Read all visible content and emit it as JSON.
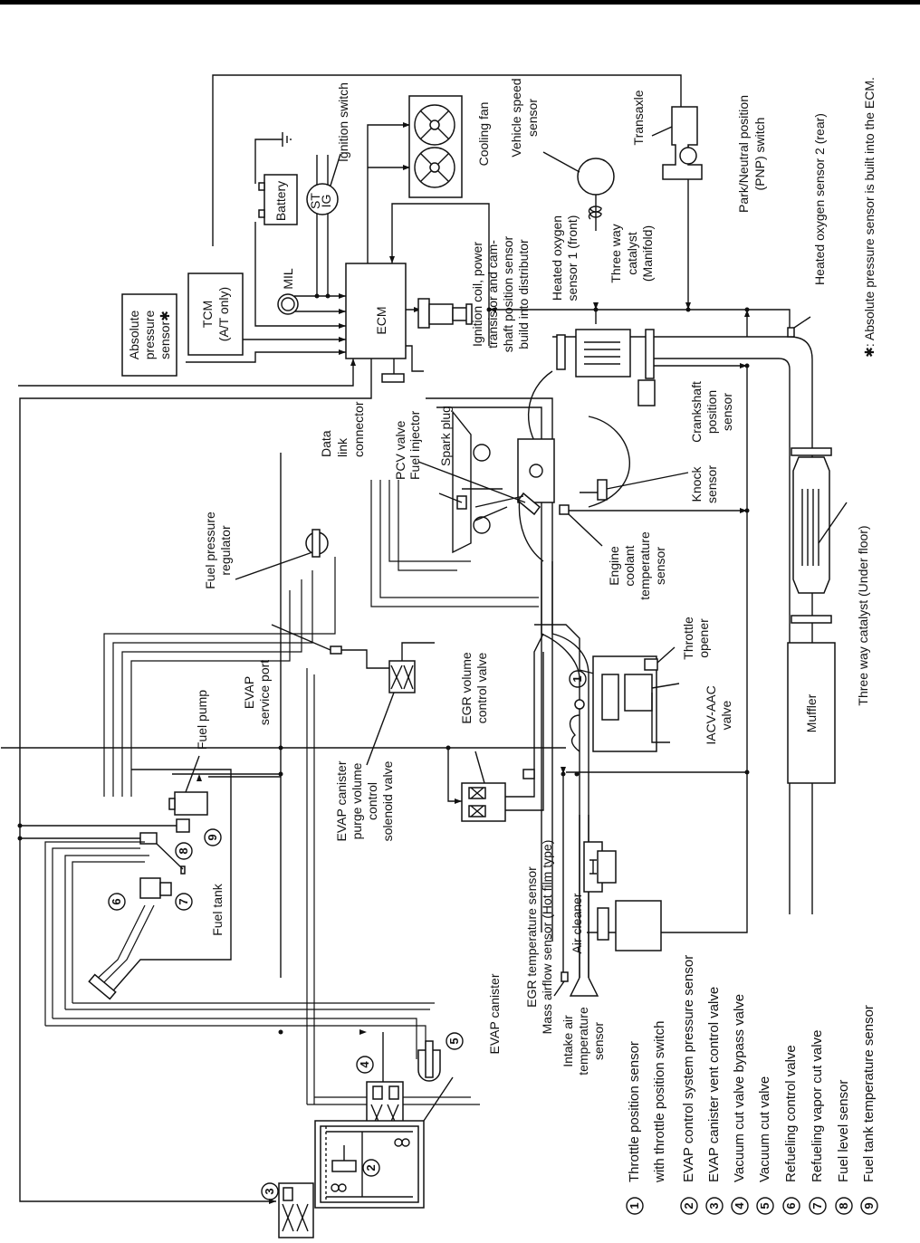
{
  "diagram": {
    "title": "Engine control system diagram",
    "orientation": "rotated 90 degrees counter-clockwise",
    "footnote": "✱: Absolute pressure sensor is built into the ECM.",
    "components": {
      "ecm": "ECM",
      "tcm_line1": "TCM",
      "tcm_line2": "(A/T only)",
      "abs_line1": "Absolute",
      "abs_line2": "pressure",
      "abs_line3": "sensor✱",
      "battery": "Battery",
      "ignition_switch": "Ignition switch",
      "ign_st": "ST",
      "ign_ig": "IG",
      "mil": "MIL",
      "cooling_fan": "Cooling fan",
      "vss_line1": "Vehicle speed",
      "vss_line2": "sensor",
      "transaxle": "Transaxle",
      "pnp_line1": "Park/Neutral position",
      "pnp_line2": "(PNP) switch",
      "ho2s1_line1": "Heated oxygen",
      "ho2s1_line2": "sensor 1 (front)",
      "twc_line1": "Three way",
      "twc_line2": "catalyst",
      "twc_line3": "(Manifold)",
      "ho2s2": "Heated oxygen sensor 2 (rear)",
      "ign_coil_line1": "Ignition coil, power",
      "ign_coil_line2": "transistor and cam-",
      "ign_coil_line3": "shaft position sensor",
      "ign_coil_line4": "build into distributor",
      "dlc_line1": "Data",
      "dlc_line2": "link",
      "dlc_line3": "connector",
      "fuel_injector": "Fuel injector",
      "pcv_valve": "PCV valve",
      "spark_plug": "Spark plug",
      "ckp_line1": "Crankshaft",
      "ckp_line2": "position",
      "ckp_line3": "sensor",
      "knock_line1": "Knock",
      "knock_line2": "sensor",
      "ect_line1": "Engine",
      "ect_line2": "coolant",
      "ect_line3": "temperature",
      "ect_line4": "sensor",
      "throttle_opener_line1": "Throttle",
      "throttle_opener_line2": "opener",
      "iacv_line1": "IACV-AAC",
      "iacv_line2": "valve",
      "muffler": "Muffler",
      "twc_underfloor": "Three way catalyst (Under floor)",
      "fpr_line1": "Fuel pressure",
      "fpr_line2": "regulator",
      "evap_port_line1": "EVAP",
      "evap_port_line2": "service port",
      "fuel_pump": "Fuel pump",
      "fuel_tank": "Fuel tank",
      "purge_line1": "EVAP canister",
      "purge_line2": "purge volume",
      "purge_line3": "control",
      "purge_line4": "solenoid valve",
      "egr_line1": "EGR volume",
      "egr_line2": "control valve",
      "egr_temp": "EGR temperature sensor",
      "maf": "Mass airflow sensor (Hot film type)",
      "air_cleaner": "Air cleaner",
      "iat_line1": "Intake air",
      "iat_line2": "temperature",
      "iat_line3": "sensor",
      "evap_canister": "EVAP canister"
    },
    "legend": [
      {
        "num": "1",
        "label": "Throttle position sensor",
        "label2": "with throttle position switch"
      },
      {
        "num": "2",
        "label": "EVAP control system pressure sensor"
      },
      {
        "num": "3",
        "label": "EVAP canister vent control valve"
      },
      {
        "num": "4",
        "label": "Vacuum cut valve bypass valve"
      },
      {
        "num": "5",
        "label": "Vacuum cut valve"
      },
      {
        "num": "6",
        "label": "Refueling control valve"
      },
      {
        "num": "7",
        "label": "Refueling vapor cut valve"
      },
      {
        "num": "8",
        "label": "Fuel level sensor"
      },
      {
        "num": "9",
        "label": "Fuel tank temperature sensor"
      }
    ]
  }
}
